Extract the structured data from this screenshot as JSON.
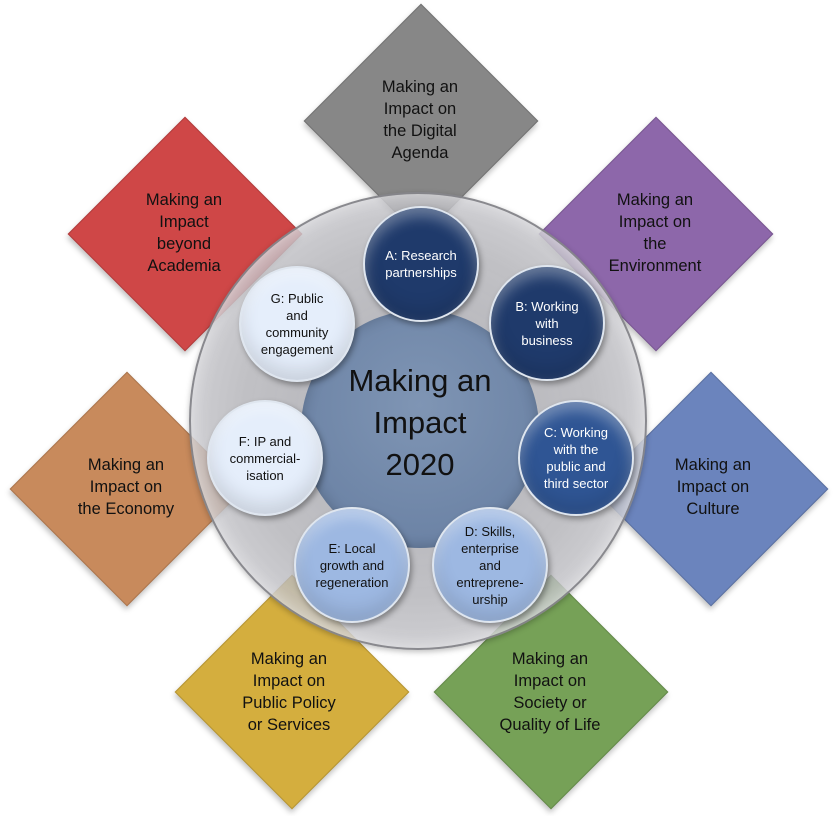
{
  "colors": {
    "digital": "#878787",
    "environment": "#8d67aa",
    "culture": "#6b84bd",
    "society": "#76a157",
    "policy": "#d4ae3e",
    "economy": "#c88a5c",
    "academia": "#cf4747",
    "node_dark": "#1f3a6b",
    "node_mid": "#2f5594",
    "node_light": "#9db8e2",
    "node_pale": "#e5eefb"
  },
  "diamonds": {
    "digital": {
      "lines": [
        "Making an",
        "Impact on",
        "the Digital",
        "Agenda"
      ]
    },
    "environment": {
      "lines": [
        "Making an",
        "Impact on",
        "the",
        "Environment"
      ]
    },
    "culture": {
      "lines": [
        "Making an",
        "Impact on",
        "Culture"
      ]
    },
    "society": {
      "lines": [
        "Making an",
        "Impact on",
        "Society or",
        "Quality of Life"
      ]
    },
    "policy": {
      "lines": [
        "Making an",
        "Impact on",
        "Public Policy",
        "or Services"
      ]
    },
    "economy": {
      "lines": [
        "Making an",
        "Impact on",
        "the Economy"
      ]
    },
    "academia": {
      "lines": [
        "Making an",
        "Impact",
        "beyond",
        "Academia"
      ]
    }
  },
  "hub": {
    "lines": [
      "Making an",
      "Impact",
      "2020"
    ]
  },
  "nodes": {
    "a": {
      "lines": [
        "A: Research",
        "partnerships"
      ]
    },
    "b": {
      "lines": [
        "B: Working",
        "with",
        "business"
      ]
    },
    "c": {
      "lines": [
        "C: Working",
        "with the",
        "public and",
        "third sector"
      ]
    },
    "d": {
      "lines": [
        "D: Skills,",
        "enterprise",
        "and",
        "entreprene-",
        "urship"
      ]
    },
    "e": {
      "lines": [
        "E: Local",
        "growth and",
        "regeneration"
      ]
    },
    "f": {
      "lines": [
        "F: IP and",
        "commercial-",
        "isation"
      ]
    },
    "g": {
      "lines": [
        "G: Public",
        "and",
        "community",
        "engagement"
      ]
    }
  }
}
